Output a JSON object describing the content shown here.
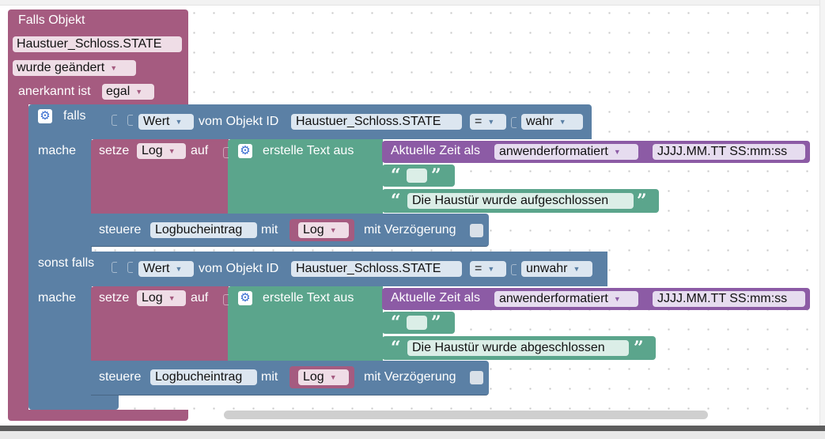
{
  "trigger": {
    "title": "Falls Objekt",
    "object_id": "Haustuer_Schloss.STATE",
    "changed": "wurde geändert",
    "ack_label": "anerkannt ist",
    "ack_value": "egal"
  },
  "if_block": {
    "if_label": "falls",
    "else_if_label": "sonst falls",
    "do_label": "mache"
  },
  "branches": [
    {
      "condition": {
        "value_label": "Wert",
        "from_label": "vom Objekt ID",
        "object_id": "Haustuer_Schloss.STATE",
        "operator": "=",
        "compare": "wahr"
      },
      "set": {
        "set_label": "setze",
        "var": "Log",
        "to_label": "auf",
        "text_label": "erstelle Text aus",
        "time_label": "Aktuelle Zeit als",
        "time_format": "anwenderformatiert",
        "format_string": "JJJJ.MM.TT SS:mm:ss",
        "message": "Die Haustür wurde aufgeschlossen"
      },
      "control": {
        "label": "steuere",
        "target": "Logbucheintrag",
        "with_label": "mit",
        "var": "Log",
        "delay_label": "mit Verzögerung"
      }
    },
    {
      "condition": {
        "value_label": "Wert",
        "from_label": "vom Objekt ID",
        "object_id": "Haustuer_Schloss.STATE",
        "operator": "=",
        "compare": "unwahr"
      },
      "set": {
        "set_label": "setze",
        "var": "Log",
        "to_label": "auf",
        "text_label": "erstelle Text aus",
        "time_label": "Aktuelle Zeit als",
        "time_format": "anwenderformatiert",
        "format_string": "JJJJ.MM.TT SS:mm:ss",
        "message": "Die Haustür wurde abgeschlossen"
      },
      "control": {
        "label": "steuere",
        "target": "Logbucheintrag",
        "with_label": "mit",
        "var": "Log",
        "delay_label": "mit Verzögerung"
      }
    }
  ],
  "icons": {
    "dropdown": "▼",
    "gear": "⚙",
    "quote_open": "“",
    "quote_close": "”"
  },
  "colors": {
    "event_block": "#a55b80",
    "logic_block": "#5b80a5",
    "text_block": "#5ba58c",
    "time_block": "#8c5ba5"
  }
}
